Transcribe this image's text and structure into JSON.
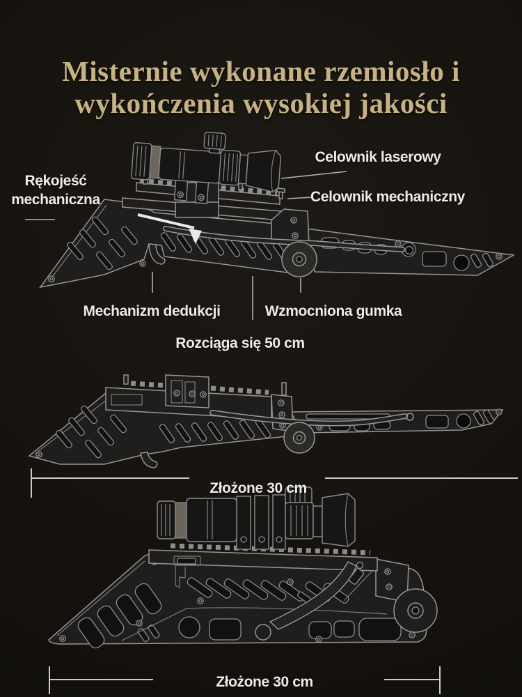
{
  "colors": {
    "background": "#17130f",
    "title_gold": "#c7b284",
    "label_white": "#ececec",
    "leader_gray": "#b3b3b3",
    "art_stroke": "#969696"
  },
  "title": {
    "line1": "Misternie wykonane rzemiosło i",
    "line2": "wykończenia wysokiej jakości"
  },
  "annotations": {
    "laser_sight": "Celownik laserowy",
    "mechanical_sight": "Celownik mechaniczny",
    "mechanical_grip": "Rękojeść mechaniczna",
    "trigger_mechanism": "Mechanizm dedukcji",
    "reinforced_band": "Wzmocniona gumka"
  },
  "captions": {
    "extended": "Rozciąga się 50 cm",
    "folded_middle": "Złożone 30 cm",
    "folded_bottom": "Złożone 30 cm"
  },
  "figures": {
    "top": "extended-crossbow-with-laser-scope-drawing",
    "middle": "folded-crossbow-side-drawing",
    "bottom": "folded-crossbow-with-scope-drawing"
  }
}
